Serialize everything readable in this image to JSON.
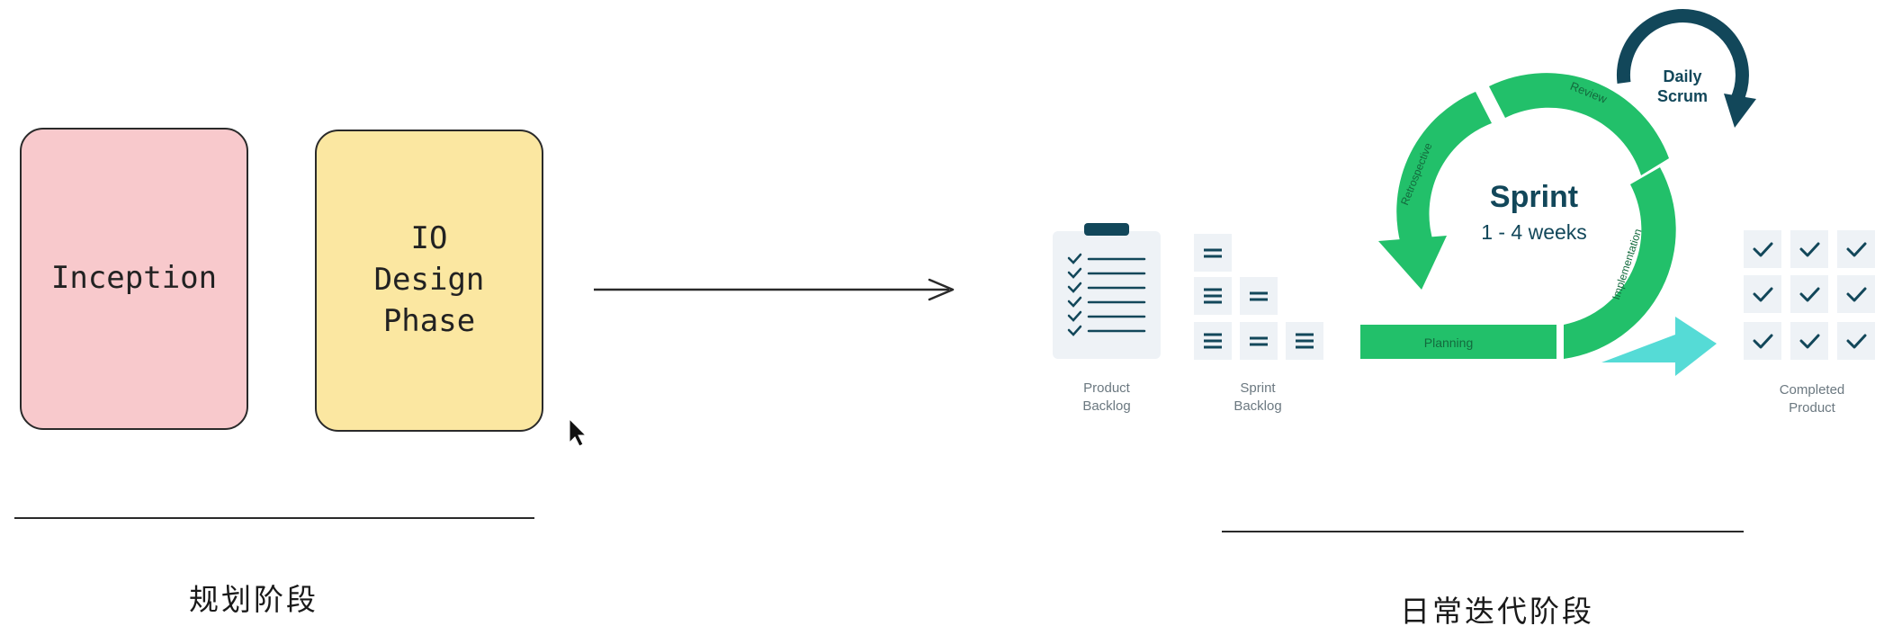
{
  "planning": {
    "card1": "Inception",
    "card2_lines": [
      "IO",
      "Design",
      "Phase"
    ],
    "label": "规划阶段"
  },
  "iteration": {
    "label": "日常迭代阶段",
    "sprint_title": "Sprint",
    "sprint_duration": "1 - 4 weeks",
    "daily_scrum_lines": [
      "Daily",
      "Scrum"
    ],
    "stages": {
      "planning": "Planning",
      "implementation": "Implementation",
      "review": "Review",
      "retrospective": "Retrospective"
    },
    "product_backlog": [
      "Product",
      "Backlog"
    ],
    "sprint_backlog": [
      "Sprint",
      "Backlog"
    ],
    "completed_product": [
      "Completed",
      "Product"
    ]
  },
  "colors": {
    "pink": "#f8c9cc",
    "yellow": "#fbe7a1",
    "green": "#22c06a",
    "teal": "#55dbd6",
    "navy": "#12475a",
    "icon_bg": "#eef2f6"
  }
}
